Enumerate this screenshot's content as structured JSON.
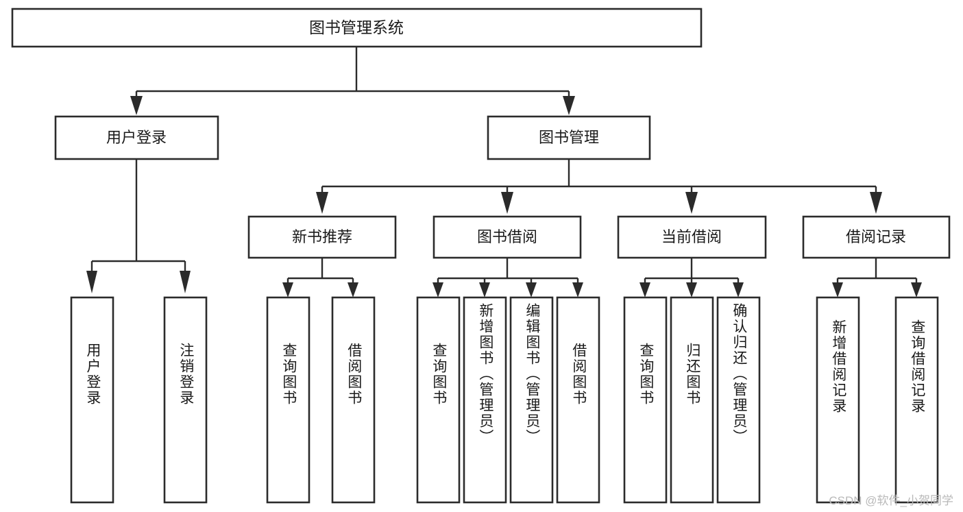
{
  "diagram": {
    "type": "tree",
    "title_node": {
      "label": "图书管理系统"
    },
    "level2": [
      {
        "id": "user-login",
        "label": "用户登录"
      },
      {
        "id": "book-management",
        "label": "图书管理"
      }
    ],
    "level3": [
      {
        "id": "new-book-recommend",
        "label": "新书推荐"
      },
      {
        "id": "book-borrow",
        "label": "图书借阅"
      },
      {
        "id": "current-borrow",
        "label": "当前借阅"
      },
      {
        "id": "borrow-record",
        "label": "借阅记录"
      }
    ],
    "leaves": [
      {
        "id": "leaf-user-login",
        "label": "用户登录",
        "parent": "user-login"
      },
      {
        "id": "leaf-logout-login",
        "label": "注销登录",
        "parent": "user-login"
      },
      {
        "id": "leaf-query-book-1",
        "label": "查询图书",
        "parent": "new-book-recommend"
      },
      {
        "id": "leaf-borrow-book-1",
        "label": "借阅图书",
        "parent": "new-book-recommend"
      },
      {
        "id": "leaf-query-book-2",
        "label": "查询图书",
        "parent": "book-borrow"
      },
      {
        "id": "leaf-add-book",
        "label": "新增图书（管理员）",
        "parent": "book-borrow"
      },
      {
        "id": "leaf-edit-book",
        "label": "编辑图书（管理员）",
        "parent": "book-borrow"
      },
      {
        "id": "leaf-borrow-book-2",
        "label": "借阅图书",
        "parent": "book-borrow"
      },
      {
        "id": "leaf-query-book-3",
        "label": "查询图书",
        "parent": "current-borrow"
      },
      {
        "id": "leaf-return-book",
        "label": "归还图书",
        "parent": "current-borrow"
      },
      {
        "id": "leaf-confirm-return",
        "label": "确认归还（管理员）",
        "parent": "current-borrow"
      },
      {
        "id": "leaf-add-record",
        "label": "新增借阅记录",
        "parent": "borrow-record"
      },
      {
        "id": "leaf-query-record",
        "label": "查询借阅记录",
        "parent": "borrow-record"
      }
    ],
    "colors": {
      "box_stroke": "#2b2b2b",
      "box_fill": "#ffffff",
      "text": "#1a1a1a",
      "background": "#ffffff",
      "watermark": "#b9b9b9"
    }
  },
  "watermark": {
    "text": "CSDN @软件_小贺同学"
  }
}
